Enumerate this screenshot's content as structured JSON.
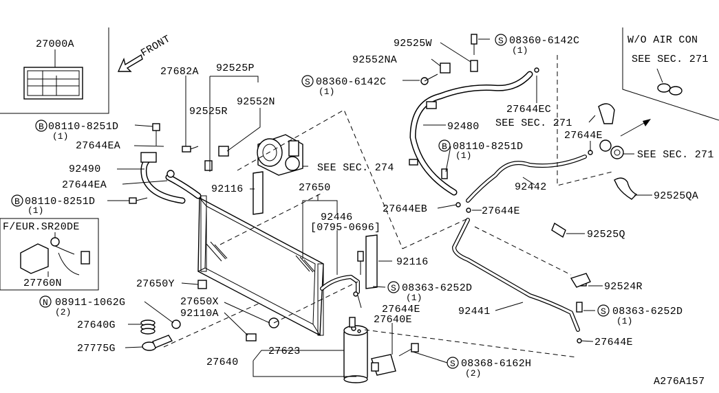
{
  "diagram_id": "A276A157",
  "direction_label": "FRONT",
  "inset_top_left": {
    "part": "27000A"
  },
  "inset_top_right": {
    "title": "W/O AIR CON",
    "note": "SEE SEC. 271"
  },
  "inset_left": {
    "title": "F/EUR.SR20DE",
    "part": "27760N"
  },
  "labels": {
    "p27682A": "27682A",
    "p92525P": "92525P",
    "p92525R": "92525R",
    "p92552N": "92552N",
    "p08110a": "08110-8251D",
    "p08110a_qty": "(1)",
    "p27644EA_1": "27644EA",
    "p92490": "92490",
    "p27644EA_2": "27644EA",
    "p08110b": "08110-8251D",
    "p08110b_qty": "(1)",
    "p92116_a": "92116",
    "p27650": "27650",
    "see274": "SEE SEC. 274",
    "p92446": "92446",
    "p92446_date": "[0795-0696]",
    "p92116_b": "92116",
    "p27650Y": "27650Y",
    "p08911": "08911-1062G",
    "p08911_qty": "(2)",
    "p27650X": "27650X",
    "p92110A": "92110A",
    "p27640G": "27640G",
    "p27775G": "27775G",
    "p27640": "27640",
    "p27623": "27623",
    "p27640E": "27640E",
    "p27644E_mid": "27644E",
    "p08363a": "08363-6252D",
    "p08363a_qty": "(1)",
    "p08368": "08368-6162H",
    "p08368_qty": "(2)",
    "p92525W": "92525W",
    "p92552NA": "92552NA",
    "p08360a": "08360-6142C",
    "p08360a_qty": "(1)",
    "p08360b": "08360-6142C",
    "p08360b_qty": "(1)",
    "p27644EC": "27644EC",
    "see271_a": "SEE SEC. 271",
    "p92480": "92480",
    "p08110c": "08110-8251D",
    "p08110c_qty": "(1)",
    "p27644E_r": "27644E",
    "see271_b": "SEE SEC. 271",
    "p92442": "92442",
    "p92525QA": "92525QA",
    "p27644EB": "27644EB",
    "p27644E_c": "27644E",
    "p92525Q": "92525Q",
    "p92524R": "92524R",
    "p92441": "92441",
    "p08363b": "08363-6252D",
    "p08363b_qty": "(1)",
    "p27644E_br": "27644E"
  },
  "prefix_symbols": {
    "bolt": "B",
    "screw": "S",
    "nut": "N"
  }
}
